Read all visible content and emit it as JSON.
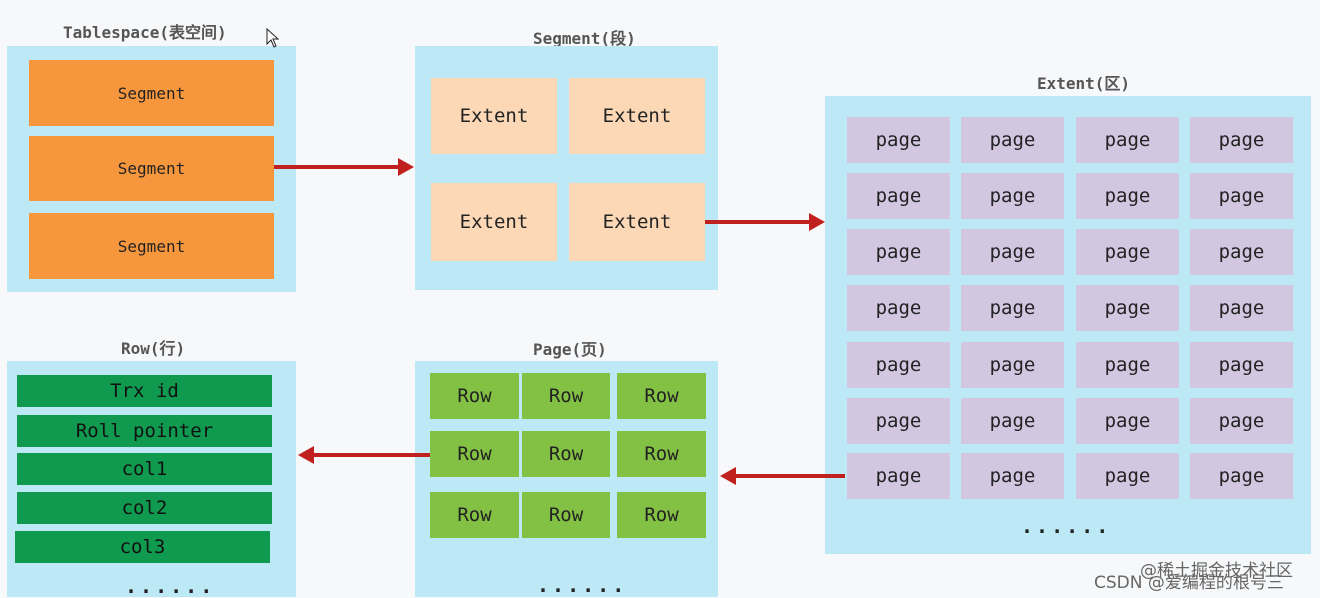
{
  "tablespace": {
    "title": "Tablespace(表空间)",
    "segments": [
      "Segment",
      "Segment",
      "Segment"
    ]
  },
  "segment": {
    "title": "Segment(段)",
    "extents": [
      "Extent",
      "Extent",
      "Extent",
      "Extent"
    ]
  },
  "extent": {
    "title": "Extent(区)",
    "page_label": "page",
    "ellipsis": "......"
  },
  "page": {
    "title": "Page(页)",
    "row_label": "Row",
    "ellipsis": "......"
  },
  "row": {
    "title": "Row(行)",
    "fields": [
      "Trx id",
      "Roll pointer",
      "col1",
      "col2",
      "col3"
    ],
    "ellipsis": "......"
  },
  "watermark": {
    "line1": "@稀土掘金技术社区",
    "line2": "CSDN @爱编程的根号三"
  },
  "colors": {
    "panel": "#bde9f6",
    "segment": "#f7973d",
    "extent": "#fcd8b6",
    "page": "#d2c6e0",
    "row": "#83c144",
    "field": "#0f9a4f",
    "arrow": "#c0201e"
  }
}
